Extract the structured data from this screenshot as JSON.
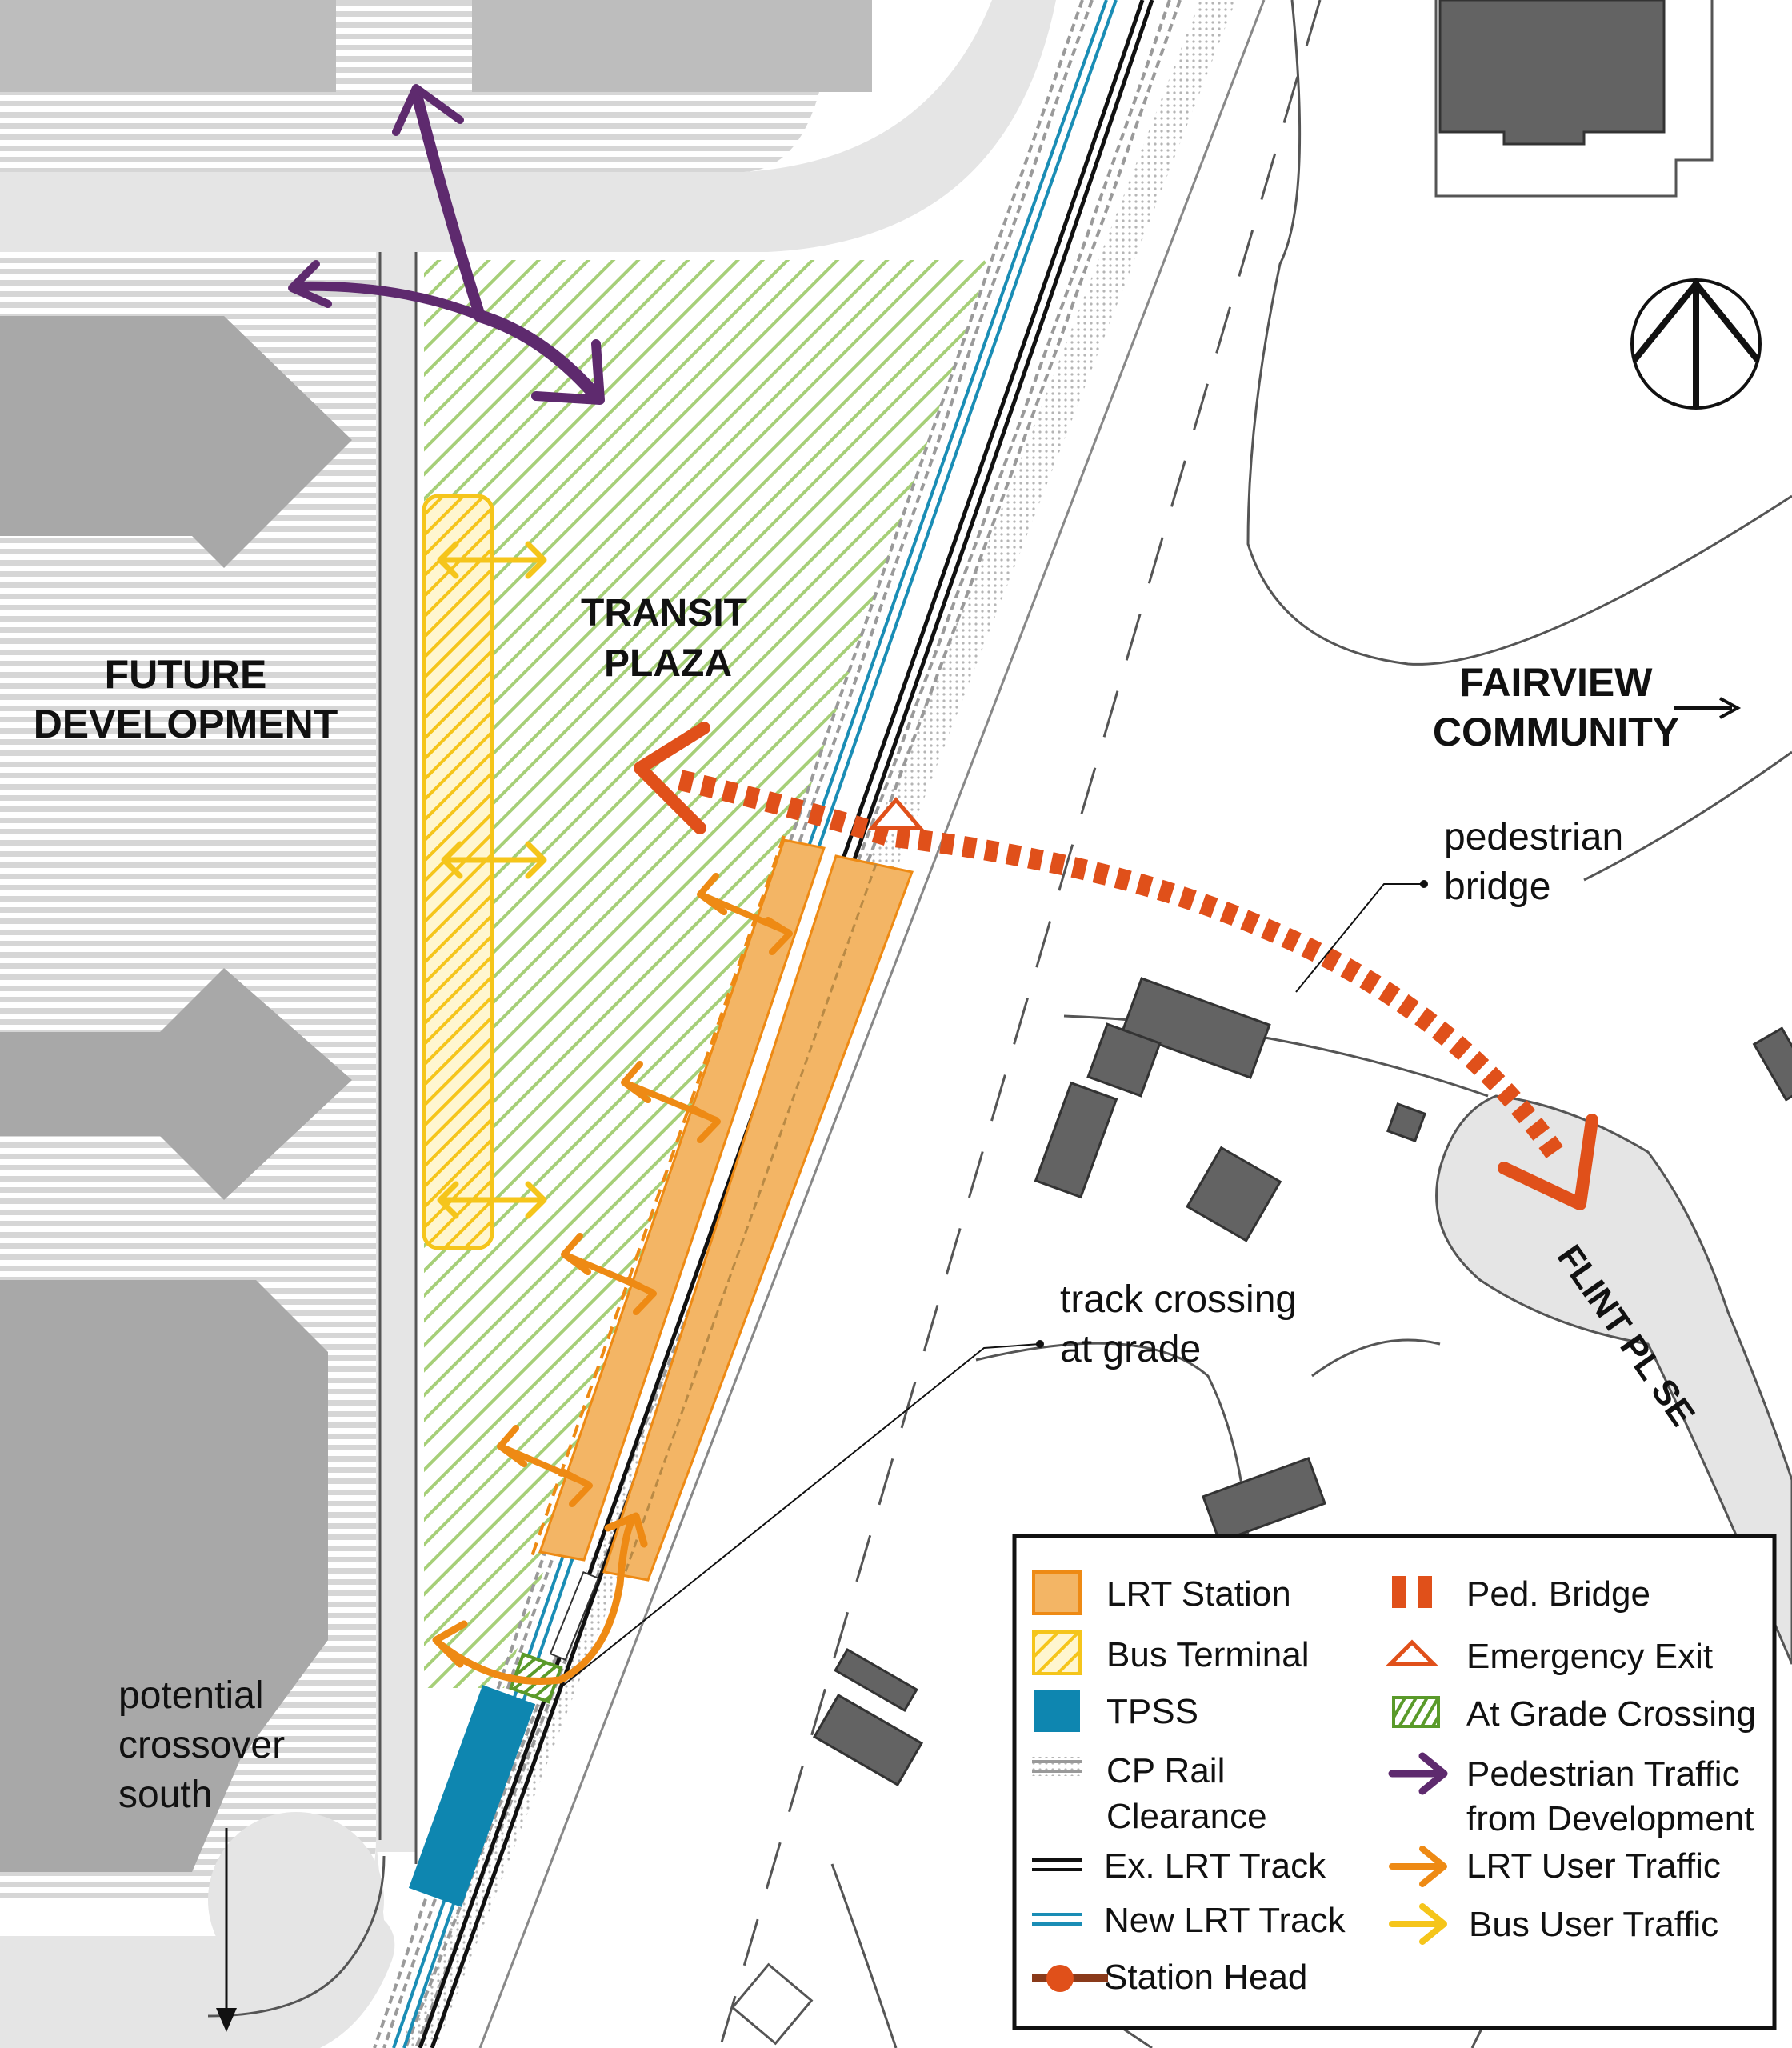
{
  "labels": {
    "future_development": [
      "FUTURE",
      "DEVELOPMENT"
    ],
    "transit_plaza": [
      "TRANSIT",
      "PLAZA"
    ],
    "fairview_community": [
      "FAIRVIEW",
      "COMMUNITY"
    ],
    "pedestrian_bridge": [
      "pedestrian",
      "bridge"
    ],
    "track_crossing": [
      "track crossing",
      "at grade"
    ],
    "potential_crossover": [
      "potential",
      "crossover",
      "south"
    ],
    "street_name": "FLINT PL SE"
  },
  "legend": {
    "items": [
      {
        "label": "LRT Station",
        "icon": "lrt-station-swatch",
        "color": "#f3b565"
      },
      {
        "label": "Bus Terminal",
        "icon": "bus-terminal-swatch",
        "color": "#f5c51b"
      },
      {
        "label": "TPSS",
        "icon": "tpss-swatch",
        "color": "#0e86b0"
      },
      {
        "label": "CP Rail",
        "label2": "Clearance",
        "icon": "cp-rail-icon",
        "color": "#9a9a9a"
      },
      {
        "label": "Ex. LRT Track",
        "icon": "existing-track-icon",
        "color": "#111111"
      },
      {
        "label": "New LRT Track",
        "icon": "new-track-icon",
        "color": "#1a8db5"
      },
      {
        "label": "Station Head",
        "icon": "station-head-icon",
        "color": "#e0501a"
      },
      {
        "label": "Ped. Bridge",
        "icon": "ped-bridge-icon",
        "color": "#e0501a"
      },
      {
        "label": "Emergency Exit",
        "icon": "emergency-exit-icon",
        "color": "#e0501a"
      },
      {
        "label": "At Grade Crossing",
        "icon": "at-grade-crossing-icon",
        "color": "#5a9a2a"
      },
      {
        "label": "Pedestrian Traffic",
        "label2": "from Development",
        "icon": "purple-arrow-icon",
        "color": "#5e2a6e"
      },
      {
        "label": "LRT User Traffic",
        "icon": "orange-arrow-icon",
        "color": "#ee8a14"
      },
      {
        "label": "Bus User Traffic",
        "icon": "yellow-arrow-icon",
        "color": "#f5c51b"
      }
    ]
  },
  "north_arrow": "north-arrow-icon"
}
